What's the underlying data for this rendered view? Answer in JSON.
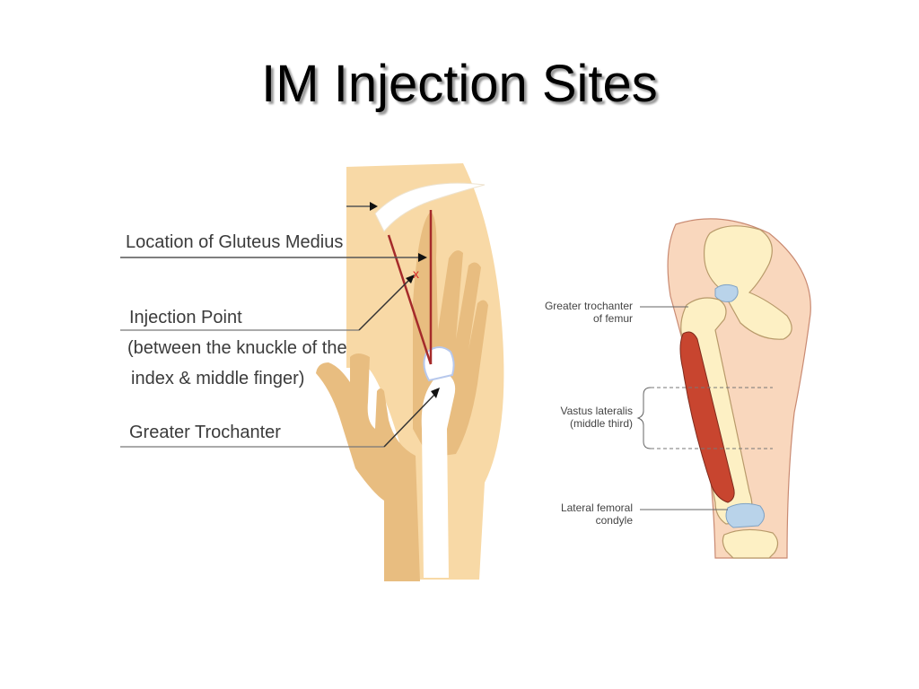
{
  "slide": {
    "title": "IM Injection Sites"
  },
  "ventrogluteal_diagram": {
    "labels": {
      "gluteus_medius": "Location of Gluteus Medius",
      "injection_point": "Injection Point",
      "injection_point_detail_line1": "(between the knuckle of the",
      "injection_point_detail_line2": "index & middle finger)",
      "greater_trochanter": "Greater Trochanter"
    },
    "colors": {
      "skin": "#f8d9a6",
      "hand": "#e8bd80",
      "bone": "#ffffff",
      "guide_line": "#a52a2a",
      "mark": "#d62828"
    }
  },
  "vastus_lateralis_diagram": {
    "labels": {
      "greater_trochanter_line1": "Greater trochanter",
      "greater_trochanter_line2": "of femur",
      "vastus_lateralis_line1": "Vastus lateralis",
      "vastus_lateralis_line2": "(middle third)",
      "lateral_condyle_line1": "Lateral femoral",
      "lateral_condyle_line2": "condyle"
    },
    "colors": {
      "skin": "#f9d7bd",
      "bone": "#fdf0c4",
      "muscle": "#c8452f",
      "cartilage": "#b9d3ea"
    }
  }
}
